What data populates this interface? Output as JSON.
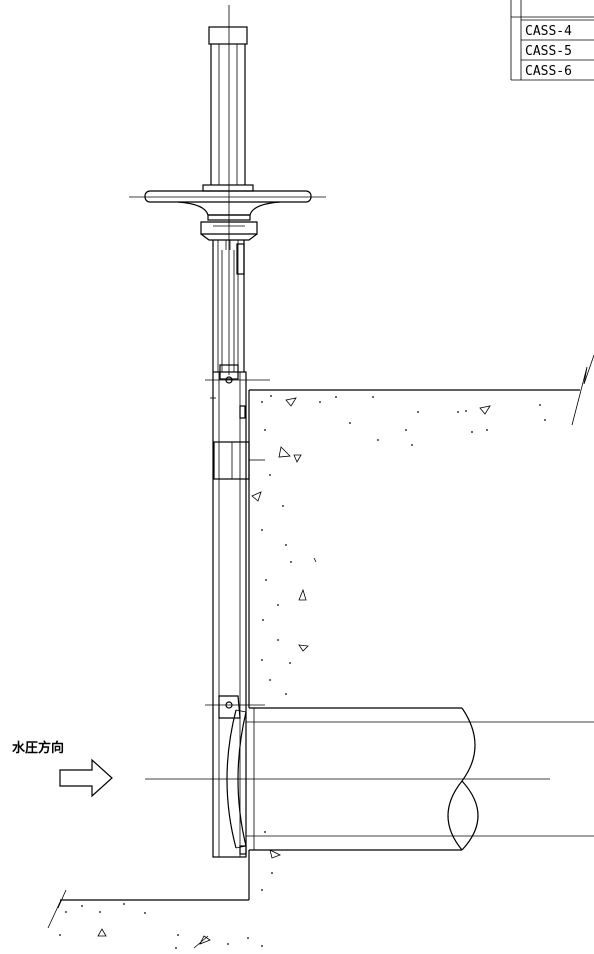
{
  "model_table": {
    "rows": [
      "CASS-4",
      "CASS-5",
      "CASS-6"
    ]
  },
  "water_pressure_label": "水圧方向"
}
